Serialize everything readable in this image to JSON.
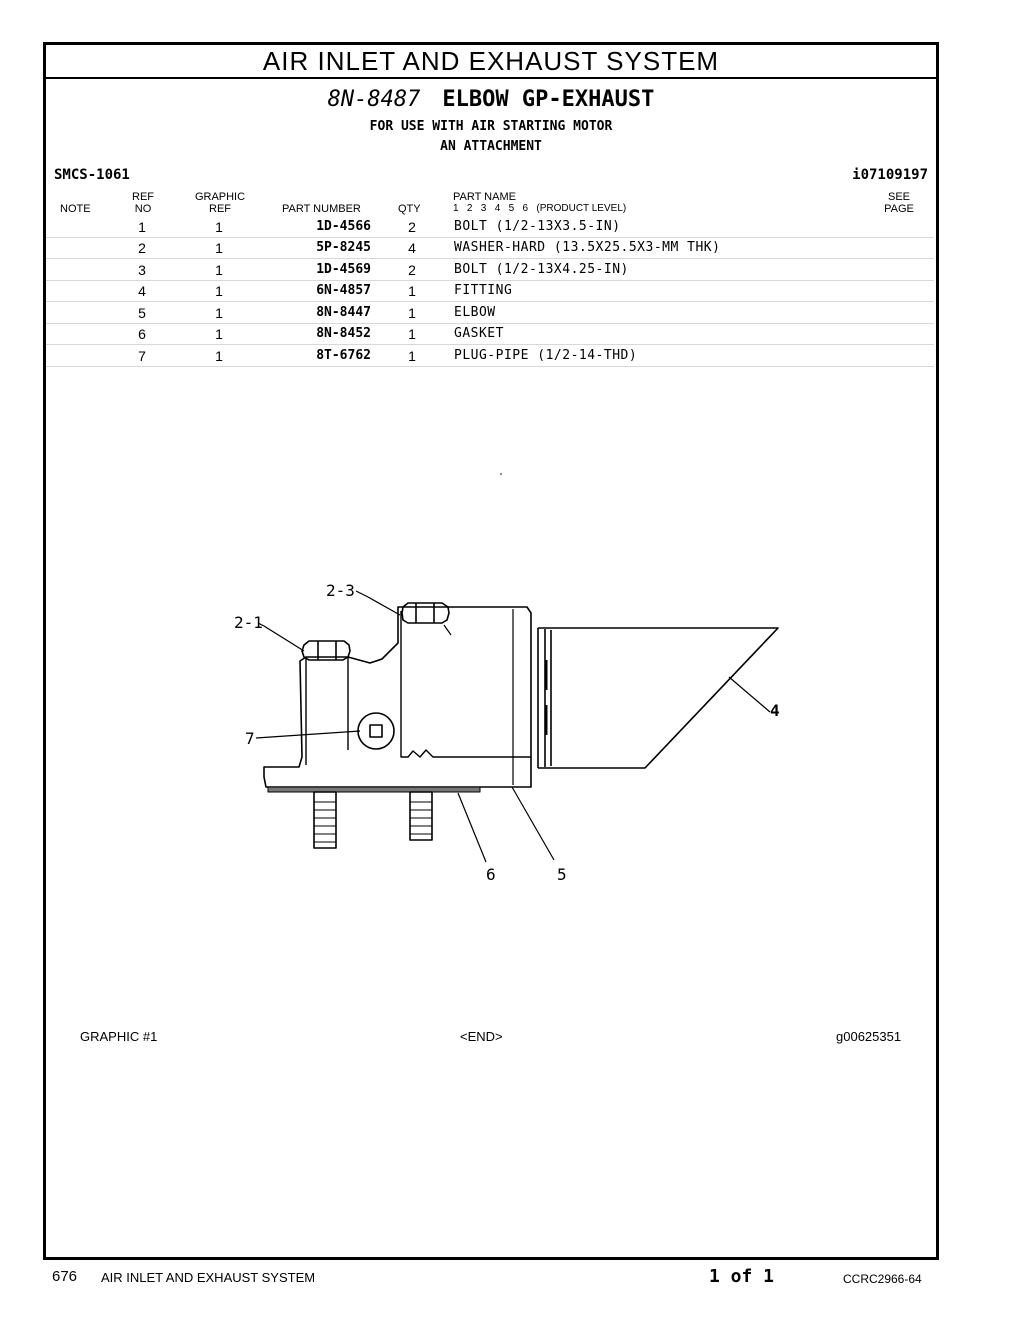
{
  "section_title": "AIR INLET AND EXHAUST SYSTEM",
  "group": {
    "part_number": "8N-8487",
    "name": "ELBOW GP-EXHAUST",
    "use_line1": "FOR USE WITH AIR STARTING MOTOR",
    "use_line2": "AN ATTACHMENT"
  },
  "smcs": "SMCS-1061",
  "ident": "i07109197",
  "columns": {
    "note": "NOTE",
    "ref_top": "REF",
    "ref_bottom": "NO",
    "graphic_top": "GRAPHIC",
    "graphic_bottom": "REF",
    "part_number": "PART NUMBER",
    "qty": "QTY",
    "part_name": "PART NAME",
    "product_level": "1   2   3   4   5   6   (PRODUCT LEVEL)",
    "see_top": "SEE",
    "see_bottom": "PAGE"
  },
  "parts": [
    {
      "ref": "1",
      "graphic_ref": "1",
      "part_number": "1D-4566",
      "qty": "2",
      "name": "BOLT (1/2-13X3.5-IN)"
    },
    {
      "ref": "2",
      "graphic_ref": "1",
      "part_number": "5P-8245",
      "qty": "4",
      "name": "WASHER-HARD (13.5X25.5X3-MM THK)"
    },
    {
      "ref": "3",
      "graphic_ref": "1",
      "part_number": "1D-4569",
      "qty": "2",
      "name": "BOLT (1/2-13X4.25-IN)"
    },
    {
      "ref": "4",
      "graphic_ref": "1",
      "part_number": "6N-4857",
      "qty": "1",
      "name": "FITTING"
    },
    {
      "ref": "5",
      "graphic_ref": "1",
      "part_number": "8N-8447",
      "qty": "1",
      "name": "ELBOW"
    },
    {
      "ref": "6",
      "graphic_ref": "1",
      "part_number": "8N-8452",
      "qty": "1",
      "name": "GASKET"
    },
    {
      "ref": "7",
      "graphic_ref": "1",
      "part_number": "8T-6762",
      "qty": "1",
      "name": "PLUG-PIPE (1/2-14-THD)"
    }
  ],
  "callouts": {
    "c23": "2-3",
    "c21": "2-1",
    "c7": "7",
    "c4": "4",
    "c6": "6",
    "c5": "5"
  },
  "graphic_footer": {
    "label": "GRAPHIC #1",
    "end": "<END>",
    "image_id": "g00625351"
  },
  "page_footer": {
    "page_number": "676",
    "section": "AIR INLET AND EXHAUST SYSTEM",
    "page_of": "1 of 1",
    "doc_code": "CCRC2966-64"
  }
}
